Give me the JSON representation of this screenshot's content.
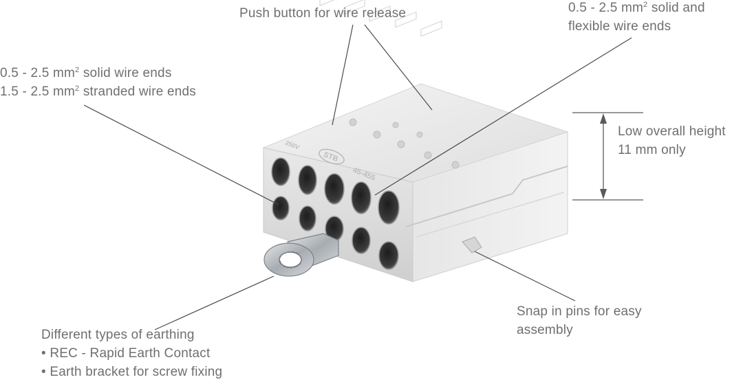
{
  "labels": {
    "push_button": "Push button for wire release",
    "flexible_wire": {
      "line1_pre": "0.5 - 2.5 mm",
      "line1_sup": "2",
      "line1_post": " solid and",
      "line2": "flexible wire ends"
    },
    "solid_wire": {
      "line1_pre": "0.5 - 2.5 mm",
      "line1_sup": "2",
      "line1_post": " solid wire ends",
      "line2_pre": "1.5 - 2.5 mm",
      "line2_sup": "2",
      "line2_post": " stranded wire ends"
    },
    "height": {
      "line1": "Low overall height",
      "line2": "11 mm only"
    },
    "snap_pins": {
      "line1": "Snap in pins for easy",
      "line2": "assembly"
    },
    "earthing": {
      "line1": "Different types of earthing",
      "line2": "• REC - Rapid Earth Contact",
      "line3": "• Earth bracket for screw fixing"
    }
  },
  "product": {
    "logo_text": "STB",
    "part_text": "45-455",
    "side_text": "250V"
  },
  "colors": {
    "text": "#6f6f6f",
    "leader": "#4a4a4a",
    "body_light": "#ececec",
    "body_shadow": "#c9c9c9",
    "socket_dark": "#3a3a3a",
    "metal": "#b8bcc0"
  }
}
